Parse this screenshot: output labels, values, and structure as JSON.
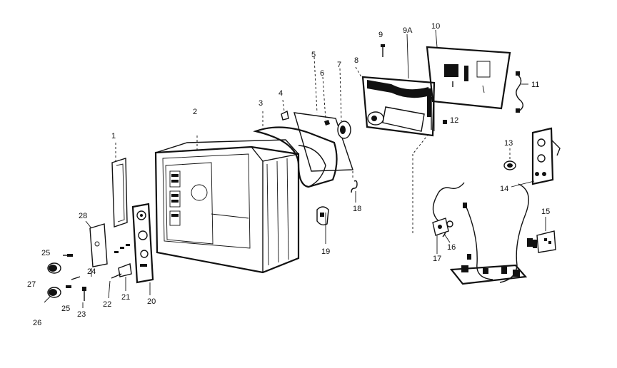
{
  "diagram": {
    "labels": {
      "p1": "1",
      "p2": "2",
      "p3": "3",
      "p4": "4",
      "p5": "5",
      "p6": "6",
      "p7": "7",
      "p8": "8",
      "p9": "9",
      "p9a": "9A",
      "p10": "10",
      "p11": "11",
      "p12": "12",
      "p13": "13",
      "p14": "14",
      "p15": "15",
      "p16": "16",
      "p17": "17",
      "p18": "18",
      "p19": "19",
      "p20": "20",
      "p21": "21",
      "p22": "22",
      "p23": "23",
      "p24": "24",
      "p25a": "25",
      "p25b": "25",
      "p26": "26",
      "p27": "27",
      "p28": "28"
    }
  }
}
